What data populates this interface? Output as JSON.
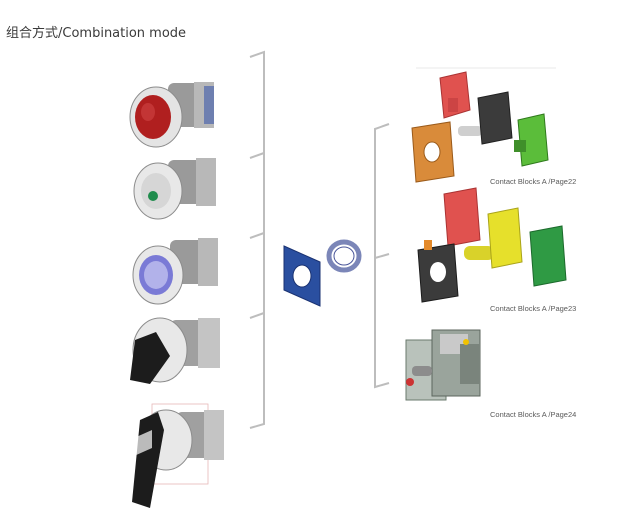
{
  "page": {
    "title": "组合方式/Combination mode"
  },
  "contact_blocks": [
    {
      "caption": "Contact  Blocks A /Page22"
    },
    {
      "caption": "Contact  Blocks A /Page23"
    },
    {
      "caption": "Contact  Blocks A /Page24"
    }
  ],
  "colors": {
    "bracket": "#bdbdbd",
    "red_button": "#b01f1f",
    "green_indicator": "#1f8c4c",
    "blue_indicator": "#7a7ad6",
    "mount_plate": "#2a4fa0",
    "contact_red": "#e0524f",
    "contact_green": "#5bbd3a",
    "contact_yellow": "#e6e02b",
    "contact_dark": "#3b3b3b",
    "holder_orange": "#d98b3a"
  }
}
